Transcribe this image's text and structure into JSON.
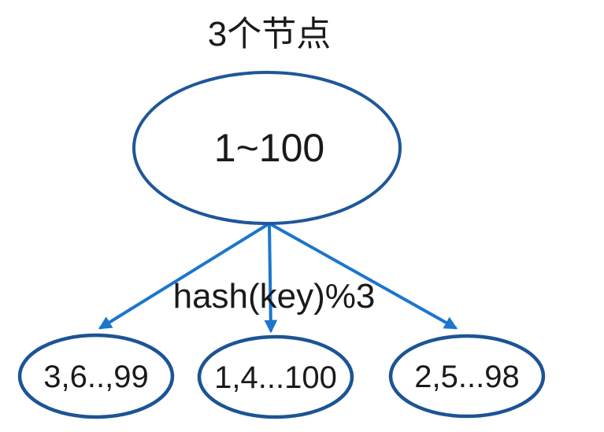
{
  "diagram": {
    "title": "3个节点",
    "root_node": {
      "label": "1~100"
    },
    "edge_label": "hash(key)%3",
    "child_nodes": [
      {
        "label": "3,6..,99"
      },
      {
        "label": "1,4...100"
      },
      {
        "label": "2,5...98"
      }
    ],
    "colors": {
      "node_stroke": "#1e5799",
      "arrow": "#1b76cc",
      "text": "#1a1a1a",
      "background": "#ffffff"
    }
  }
}
